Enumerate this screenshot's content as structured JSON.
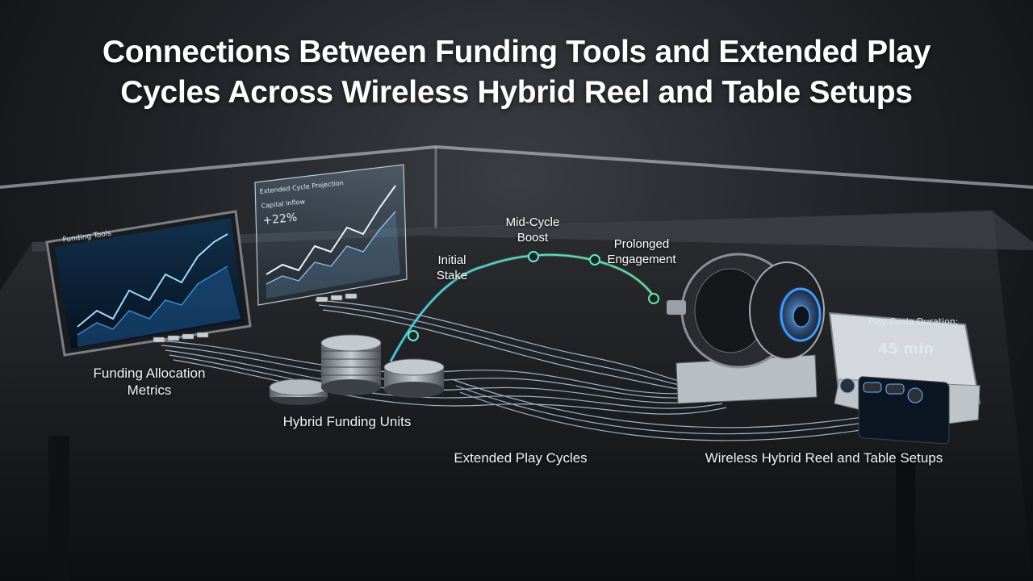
{
  "title": {
    "line1": "Connections Between Funding Tools and Extended Play",
    "line2": "Cycles Across Wireless Hybrid Reel and Table Setups"
  },
  "nodes": {
    "funding_allocation": {
      "line1": "Funding Allocation",
      "line2": "Metrics"
    },
    "hybrid_funding_units": "Hybrid Funding Units",
    "extended_play_cycles": "Extended Play Cycles",
    "wireless_setups": "Wireless Hybrid Reel and Table Setups"
  },
  "arc_stages": {
    "initial": {
      "line1": "Initial",
      "line2": "Stake"
    },
    "mid": {
      "line1": "Mid-Cycle",
      "line2": "Boost"
    },
    "prolonged": {
      "line1": "Prolonged",
      "line2": "Engagement"
    }
  },
  "tablet": {
    "title": "Funding Tools"
  },
  "holo_panel": {
    "title": "Extended Cycle Projection",
    "metric_label": "Capital Inflow",
    "metric_value": "+22%"
  },
  "display_device": {
    "label": "Play Cycle Duration:",
    "value": "45 min"
  },
  "colors": {
    "arc": "#6fe3d0",
    "accent_blue": "#3f9bff",
    "fiber": "#cfe6ff"
  }
}
